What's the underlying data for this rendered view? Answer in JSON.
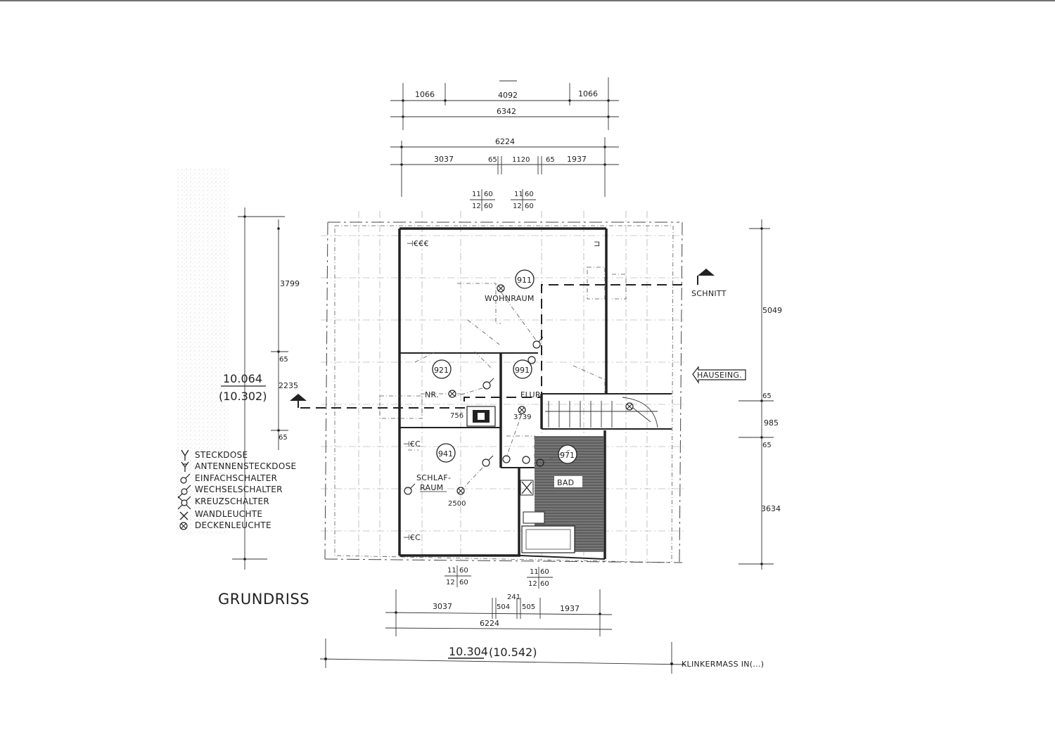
{
  "title": "GRUNDRISS",
  "overall_width": {
    "value": "10.304",
    "clinker": "(10.542)"
  },
  "overall_depth": {
    "value": "10.064",
    "clinker": "(10.302)"
  },
  "clinker_note": "KLINKERMASS IN(...)",
  "top_dims": {
    "row1": [
      "1066",
      "4092",
      "1066"
    ],
    "row1_total": "6342",
    "row2_total": "6224",
    "row3": [
      "3037",
      "65",
      "1120",
      "65",
      "1937"
    ],
    "openings_left": [
      "11",
      "60",
      "12",
      "60"
    ],
    "openings_right": [
      "11",
      "60",
      "12",
      "60"
    ]
  },
  "bottom_dims": {
    "openings_left": [
      "11",
      "60",
      "12",
      "60"
    ],
    "openings_right": [
      "11",
      "60",
      "12",
      "60"
    ],
    "row1": [
      "3037",
      "504",
      "241",
      "505",
      "1937"
    ],
    "row1_total": "6224"
  },
  "left_dims": [
    "3799",
    "65",
    "2235",
    "65"
  ],
  "right_dims": [
    "5049",
    "65",
    "985",
    "65",
    "3634"
  ],
  "rooms": [
    {
      "num": "911",
      "name": "WOHNRAUM"
    },
    {
      "num": "921",
      "name": "NR."
    },
    {
      "num": "991",
      "name": "FLUR"
    },
    {
      "num": "941",
      "name": "SCHLAF-",
      "name2": "RAUM"
    },
    {
      "num": "971",
      "name": "BAD"
    }
  ],
  "room_heights": {
    "nr": "756",
    "flur": "3739",
    "schlaf": "2500"
  },
  "annotations": {
    "schnitt": "SCHNITT",
    "entrance": "HAUSEING."
  },
  "legend": [
    "STECKDOSE",
    "ANTENNENSTECKDOSE",
    "EINFACHSCHALTER",
    "WECHSELSCHALTER",
    "KREUZSCHALTER",
    "WANDLEUCHTE",
    "DECKENLEUCHTE"
  ]
}
